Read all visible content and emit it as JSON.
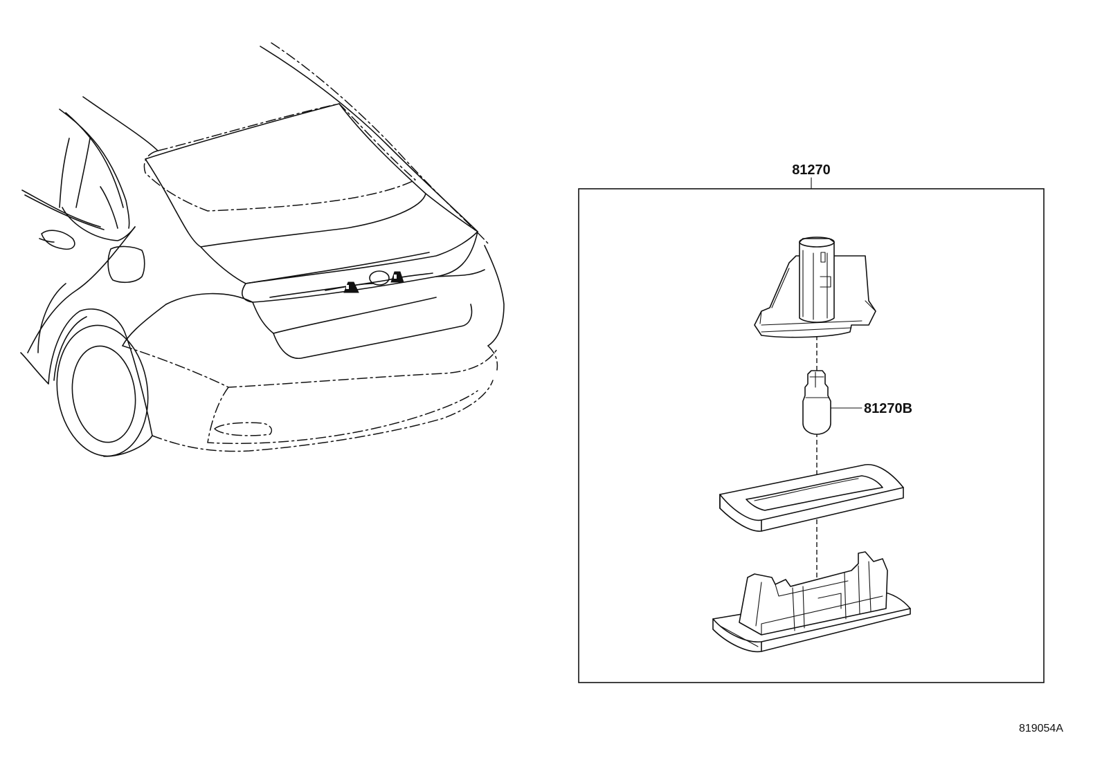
{
  "diagram": {
    "assembly_part_number": "81270",
    "bulb_part_number": "81270B",
    "reference_number": "819054A"
  }
}
